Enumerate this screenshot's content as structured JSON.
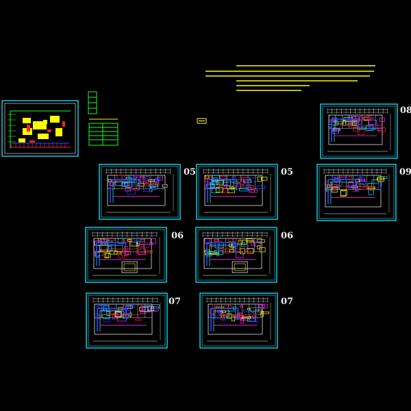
{
  "drawing": {
    "background": "#000000",
    "frame_color": "#19e6ff",
    "line_colors": [
      "#19e6ff",
      "#2a4cff",
      "#ff2aff",
      "#ffff00",
      "#ff2020",
      "#20ff20",
      "#ffffff"
    ]
  },
  "sheets": [
    {
      "id": "site-plan",
      "label": ""
    },
    {
      "id": "sheet-08",
      "label": "08"
    },
    {
      "id": "sheet-05a",
      "label": "05"
    },
    {
      "id": "sheet-05b",
      "label": "05"
    },
    {
      "id": "sheet-09",
      "label": "09"
    },
    {
      "id": "sheet-06a",
      "label": "06"
    },
    {
      "id": "sheet-06b",
      "label": "06"
    },
    {
      "id": "sheet-07a",
      "label": "07"
    },
    {
      "id": "sheet-07b",
      "label": "07"
    }
  ],
  "notes": {
    "line_count": 6,
    "color": "#ffff00"
  }
}
